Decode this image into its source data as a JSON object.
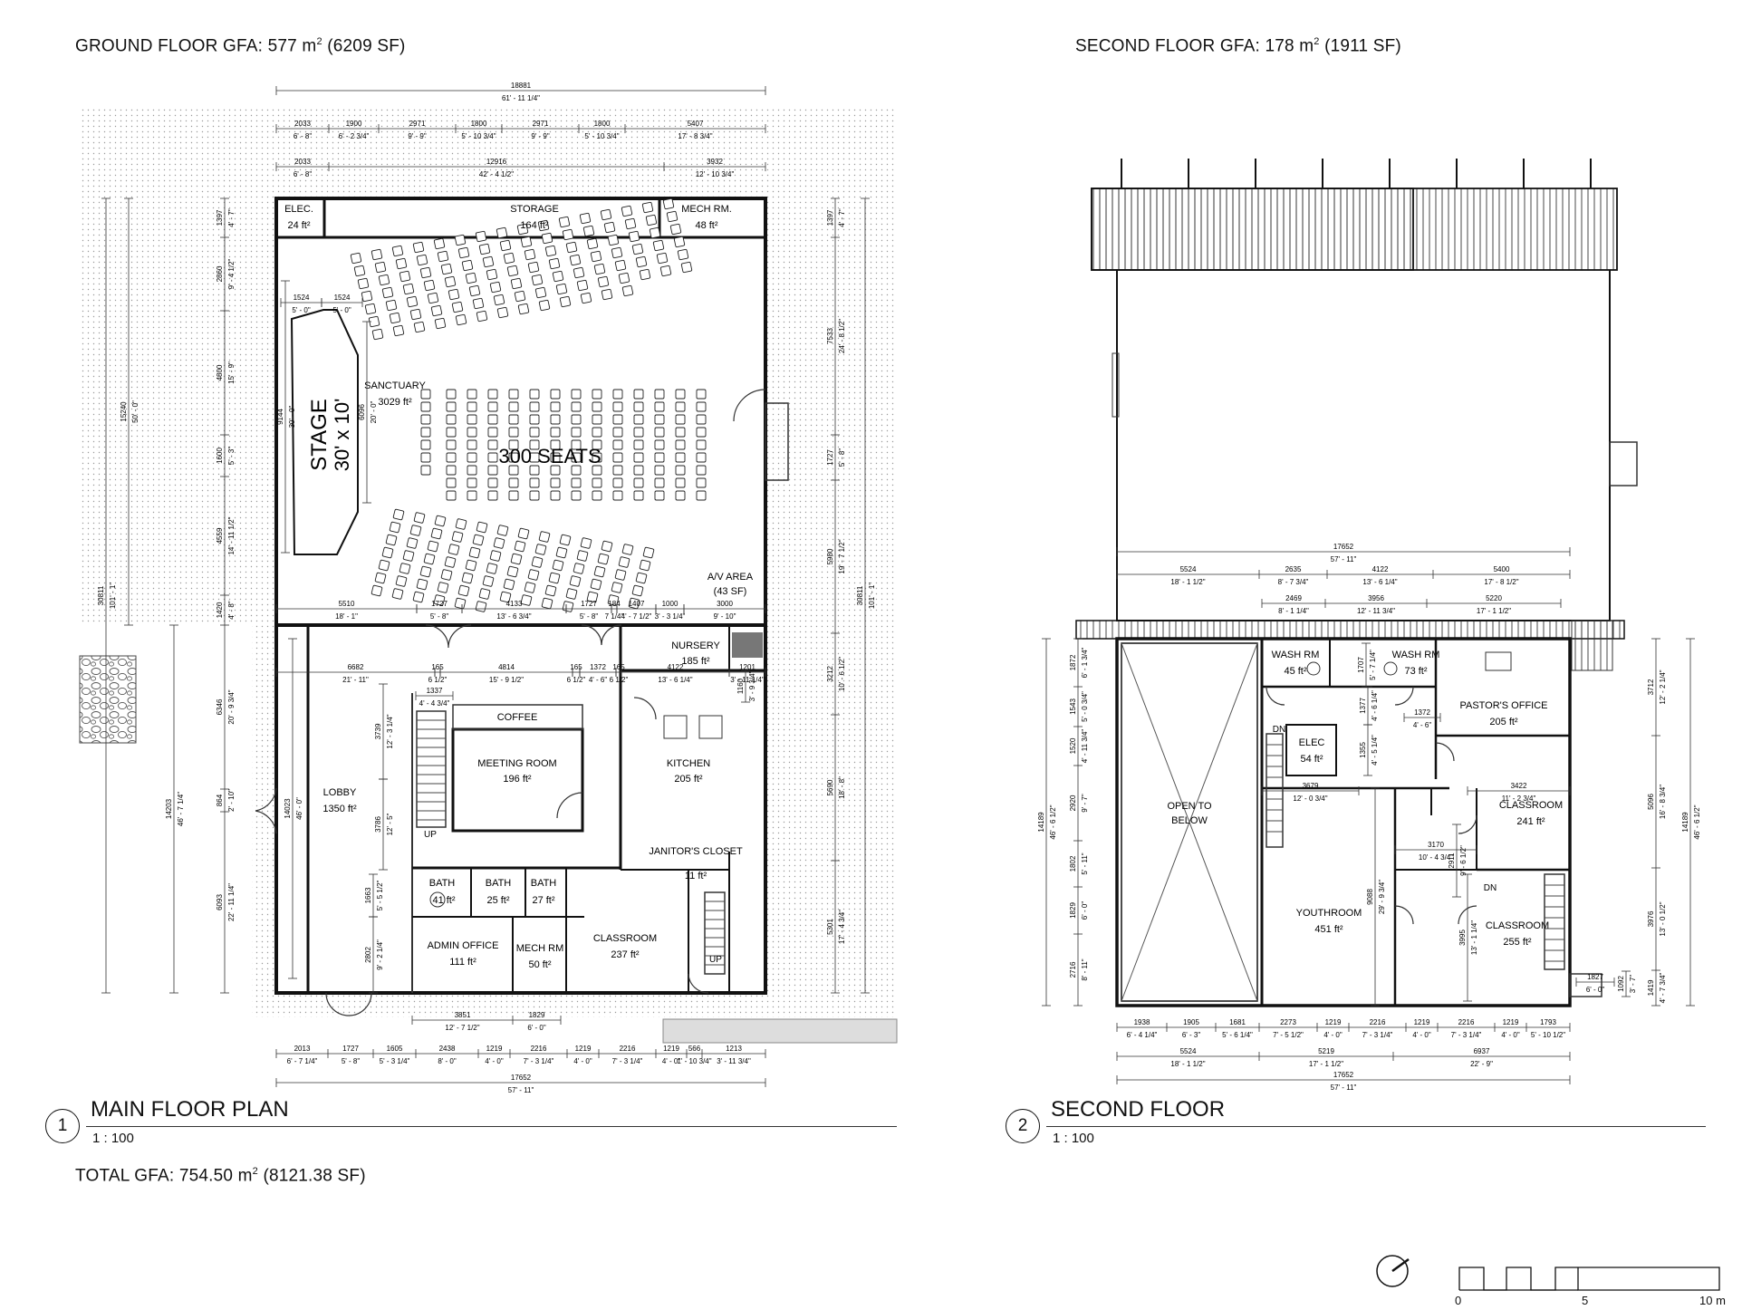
{
  "ground_floor": {
    "gfa_prefix": "GROUND FLOOR GFA: 577 m",
    "gfa_sup": "2",
    "gfa_suffix": " (6209 SF)",
    "view_number": "1",
    "view_title": "MAIN FLOOR PLAN",
    "view_scale": "1 : 100",
    "rooms": [
      {
        "name": "ELEC.",
        "area": "24 ft²"
      },
      {
        "name": "STORAGE",
        "area": "164 ft²"
      },
      {
        "name": "MECH RM.",
        "area": "48 ft²"
      },
      {
        "name": "SANCTUARY",
        "area": "3029 ft²"
      },
      {
        "name": "A/V AREA",
        "area": "(43 SF)"
      },
      {
        "name": "NURSERY",
        "area": "185 ft²"
      },
      {
        "name": "COFFEE",
        "area": ""
      },
      {
        "name": "MEETING ROOM",
        "area": "196 ft²"
      },
      {
        "name": "KITCHEN",
        "area": "205 ft²"
      },
      {
        "name": "LOBBY",
        "area": "1350 ft²"
      },
      {
        "name": "JANITOR'S CLOSET",
        "area": "11 ft²"
      },
      {
        "name": "BATH",
        "area": "41 ft²"
      },
      {
        "name": "BATH",
        "area": "25 ft²"
      },
      {
        "name": "BATH",
        "area": "27 ft²"
      },
      {
        "name": "ADMIN OFFICE",
        "area": "111 ft²"
      },
      {
        "name": "MECH RM",
        "area": "50 ft²"
      },
      {
        "name": "CLASSROOM",
        "area": "237 ft²"
      }
    ],
    "stage_label_1": "STAGE",
    "stage_label_2": "30' x 10'",
    "seats_label": "300 SEATS",
    "up_label": "UP",
    "top_dims": {
      "overall_mm": "18881",
      "overall_imp": "61' - 11 1/4\"",
      "row1_mm": [
        "2033",
        "1900",
        "2971",
        "1800",
        "2971",
        "1800",
        "5407"
      ],
      "row1_imp": [
        "6' - 8\"",
        "6' - 2 3/4\"",
        "9' - 9\"",
        "5' - 10 3/4\"",
        "9' - 9\"",
        "5' - 10 3/4\"",
        "17' - 8 3/4\""
      ],
      "row2_mm": [
        "2033",
        "12916",
        "3932"
      ],
      "row2_imp": [
        "6' - 8\"",
        "42' - 4 1/2\"",
        "12' - 10 3/4\""
      ]
    },
    "bottom_dims": {
      "row1_mm": [
        "3851",
        "1829"
      ],
      "row1_imp": [
        "12' - 7 1/2\"",
        "6' - 0\""
      ],
      "row2_mm": [
        "2013",
        "1727",
        "1605",
        "2438",
        "1219",
        "2216",
        "1219",
        "2216",
        "1219",
        "566",
        "1213"
      ],
      "row2_imp": [
        "6' - 7 1/4\"",
        "5' - 8\"",
        "5' - 3 1/4\"",
        "8' - 0\"",
        "4' - 0\"",
        "7' - 3 1/4\"",
        "4' - 0\"",
        "7' - 3 1/4\"",
        "4' - 0\"",
        "1' - 10 3/4\"",
        "3' - 11 3/4\""
      ],
      "overall_mm": "17652",
      "overall_imp": "57' - 11\""
    },
    "left_dims": {
      "segments_mm": [
        "1397",
        "2860",
        "4800",
        "1600",
        "4559",
        "1420",
        "6346",
        "864",
        "6093"
      ],
      "segments_imp": [
        "4' - 7\"",
        "9' - 4 1/2\"",
        "15' - 9\"",
        "5' - 3\"",
        "14' - 11 1/2\"",
        "4' - 8\"",
        "20' - 9 3/4\"",
        "2' - 10\"",
        "22' - 11 1/4\""
      ],
      "sanct_mm": "15240",
      "sanct_imp": "50' - 0\"",
      "lower_mm": "14203",
      "lower_imp": "46' - 7 1/4\"",
      "overall_mm": "30811",
      "overall_imp": "101' - 1\""
    },
    "right_dims": {
      "segments_mm": [
        "1397",
        "7533",
        "1727",
        "5980",
        "3212",
        "5690",
        "5301"
      ],
      "segments_imp": [
        "4' - 7\"",
        "24' - 8 1/2\"",
        "5' - 8\"",
        "19' - 7 1/2\"",
        "10' - 6 1/2\"",
        "18' - 8\"",
        "17' - 4 3/4\""
      ],
      "overall_mm": "30811",
      "overall_imp": "101' - 1\""
    },
    "interior_dims": [
      {
        "mm": "1524",
        "imp": "5' - 0\""
      },
      {
        "mm": "1524",
        "imp": "5' - 0\""
      },
      {
        "mm": "9144",
        "imp": "30' - 0\""
      },
      {
        "mm": "6096",
        "imp": "20' - 0\""
      },
      {
        "mm": "5510",
        "imp": "18' - 1\""
      },
      {
        "mm": "1727",
        "imp": "5' - 8\""
      },
      {
        "mm": "4133",
        "imp": "13' - 6 3/4\""
      },
      {
        "mm": "1727",
        "imp": "5' - 8\""
      },
      {
        "mm": "184",
        "imp": "7 1/4\""
      },
      {
        "mm": "1407",
        "imp": "4' - 7 1/2\""
      },
      {
        "mm": "1000",
        "imp": "3' - 3 1/4\""
      },
      {
        "mm": "3000",
        "imp": "9' - 10\""
      },
      {
        "mm": "6682",
        "imp": "21' - 11\""
      },
      {
        "mm": "165",
        "imp": "6 1/2\""
      },
      {
        "mm": "4814",
        "imp": "15' - 9 1/2\""
      },
      {
        "mm": "165",
        "imp": "6 1/2\""
      },
      {
        "mm": "1372",
        "imp": "4' - 6\""
      },
      {
        "mm": "165",
        "imp": "6 1/2\""
      },
      {
        "mm": "4122",
        "imp": "13' - 6 1/4\""
      },
      {
        "mm": "1201",
        "imp": "3' - 11 1/4\""
      },
      {
        "mm": "1160",
        "imp": "3' - 9 3/4\""
      },
      {
        "mm": "1337",
        "imp": "4' - 4 3/4\""
      },
      {
        "mm": "3739",
        "imp": "12' - 3 1/4\""
      },
      {
        "mm": "3786",
        "imp": "12' - 5\""
      },
      {
        "mm": "14023",
        "imp": "46' - 0\""
      },
      {
        "mm": "1663",
        "imp": "5' - 5 1/2\""
      },
      {
        "mm": "2802",
        "imp": "9' - 2 1/4\""
      }
    ]
  },
  "second_floor": {
    "gfa_prefix": "SECOND FLOOR GFA: 178 m",
    "gfa_sup": "2",
    "gfa_suffix": " (1911 SF)",
    "view_number": "2",
    "view_title": "SECOND FLOOR",
    "view_scale": "1 : 100",
    "rooms": [
      {
        "name": "WASH RM",
        "area": "45 ft²"
      },
      {
        "name": "WASH RM",
        "area": "73 ft²"
      },
      {
        "name": "PASTOR'S OFFICE",
        "area": "205 ft²"
      },
      {
        "name": "ELEC",
        "area": "54 ft²"
      },
      {
        "name": "CLASSROOM",
        "area": "241 ft²"
      },
      {
        "name": "YOUTHROOM",
        "area": "451 ft²"
      },
      {
        "name": "CLASSROOM",
        "area": "255 ft²"
      }
    ],
    "open_to_below_1": "OPEN TO",
    "open_to_below_2": "BELOW",
    "dn_label": "DN",
    "top_dims": {
      "overall_mm": "17652",
      "overall_imp": "57' - 11\"",
      "row1_mm": [
        "5524",
        "2635",
        "4122",
        "5400"
      ],
      "row1_imp": [
        "18' - 1 1/2\"",
        "8' - 7 3/4\"",
        "13' - 6 1/4\"",
        "17' - 8 1/2\""
      ],
      "row2_mm": [
        "2469",
        "3956",
        "5220"
      ],
      "row2_imp": [
        "8' - 1 1/4\"",
        "12' - 11 3/4\"",
        "17' - 1 1/2\""
      ]
    },
    "bottom_dims": {
      "row1_mm": [
        "1938",
        "1905",
        "1681",
        "2273",
        "1219",
        "2216",
        "1219",
        "2216",
        "1219",
        "1793"
      ],
      "row1_imp": [
        "6' - 4 1/4\"",
        "6' - 3\"",
        "5' - 6 1/4\"",
        "7' - 5 1/2\"",
        "4' - 0\"",
        "7' - 3 1/4\"",
        "4' - 0\"",
        "7' - 3 1/4\"",
        "4' - 0\"",
        "5' - 10 1/2\""
      ],
      "row2_mm": [
        "5524",
        "5219",
        "6937"
      ],
      "row2_imp": [
        "18' - 1 1/2\"",
        "17' - 1 1/2\"",
        "22' - 9\""
      ],
      "overall_mm": "17652",
      "overall_imp": "57' - 11\""
    },
    "left_dims": {
      "segments_mm": [
        "1872",
        "1543",
        "1520",
        "2920",
        "1802",
        "1829",
        "2716"
      ],
      "segments_imp": [
        "6' - 1 3/4\"",
        "5' - 0 3/4\"",
        "4' - 11 3/4\"",
        "9' - 7\"",
        "5' - 11\"",
        "6' - 0\"",
        "8' - 11\""
      ],
      "overall_mm": "14189",
      "overall_imp": "46' - 6 1/2\""
    },
    "right_dims": {
      "segments_mm": [
        "3712",
        "5096",
        "3976",
        "1419"
      ],
      "segments_imp": [
        "12' - 2 1/4\"",
        "16' - 8 3/4\"",
        "13' - 0 1/2\"",
        "4' - 7 3/4\""
      ],
      "overall_mm": "14189",
      "overall_imp": "46' - 6 1/2\""
    },
    "interior_dims": [
      {
        "mm": "1707",
        "imp": "5' - 7 1/4\""
      },
      {
        "mm": "1377",
        "imp": "4' - 6 1/4\""
      },
      {
        "mm": "1372",
        "imp": "4' - 6\""
      },
      {
        "mm": "1355",
        "imp": "4' - 5 1/4\""
      },
      {
        "mm": "3679",
        "imp": "12' - 0 3/4\""
      },
      {
        "mm": "3422",
        "imp": "11' - 2 3/4\""
      },
      {
        "mm": "3170",
        "imp": "10' - 4 3/4\""
      },
      {
        "mm": "2911",
        "imp": "9' - 6 1/2\""
      },
      {
        "mm": "9088",
        "imp": "29' - 9 3/4\""
      },
      {
        "mm": "3995",
        "imp": "13' - 1 1/4\""
      },
      {
        "mm": "1827",
        "imp": "6' - 0\""
      },
      {
        "mm": "1092",
        "imp": "3' - 7\""
      }
    ]
  },
  "total_gfa_prefix": "TOTAL GFA: 754.50 m",
  "total_gfa_sup": "2",
  "total_gfa_suffix": " (8121.38 SF)",
  "scale_bar": {
    "labels": [
      "0",
      "5",
      "10 m"
    ]
  }
}
